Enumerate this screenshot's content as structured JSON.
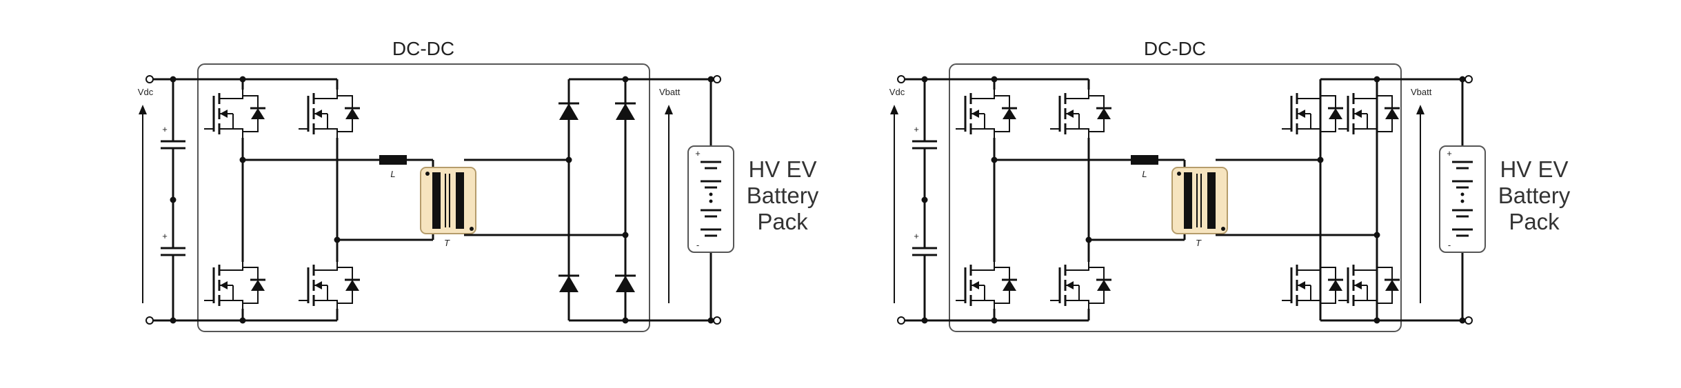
{
  "diagrams": [
    {
      "title": "DC-DC",
      "vin_label": "Vdc",
      "vout_label": "Vbatt",
      "inductor_label": "L",
      "transformer_label": "T",
      "battery_label_lines": [
        "HV EV",
        "Battery",
        "Pack"
      ],
      "battery_plus": "+",
      "battery_minus": "-",
      "cap_plus": "+",
      "output_stage": "diode-bridge"
    },
    {
      "title": "DC-DC",
      "vin_label": "Vdc",
      "vout_label": "Vbatt",
      "inductor_label": "L",
      "transformer_label": "T",
      "battery_label_lines": [
        "HV EV",
        "Battery",
        "Pack"
      ],
      "battery_plus": "+",
      "battery_minus": "-",
      "cap_plus": "+",
      "output_stage": "mosfet-bridge"
    }
  ]
}
